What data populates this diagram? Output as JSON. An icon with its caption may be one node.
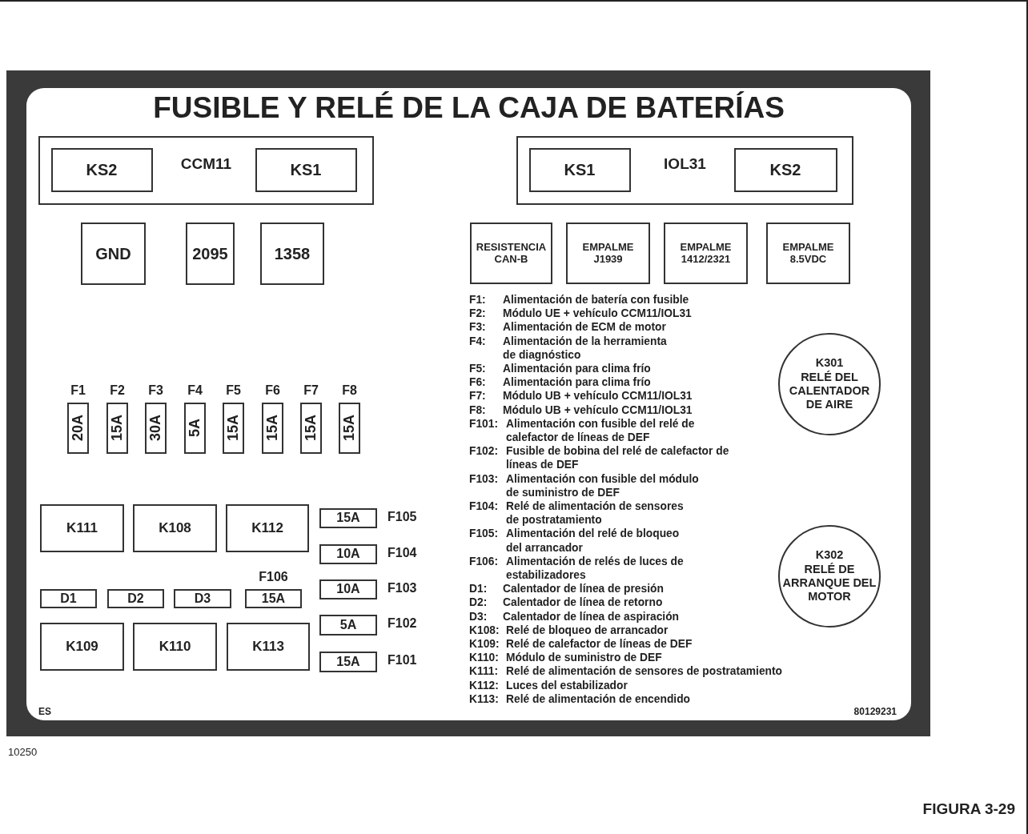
{
  "diagram": {
    "title": "FUSIBLE Y RELÉ DE LA CAJA DE BATERÍAS",
    "nodes": [
      {
        "text": [
          "CCM11"
        ]
      },
      {
        "text": [
          "KS2"
        ],
        "in": 0
      },
      {
        "text": [
          "KS1"
        ],
        "in": 0
      },
      {
        "text": [
          "IOL31"
        ]
      },
      {
        "text": [
          "KS1"
        ],
        "in": 3
      },
      {
        "text": [
          "KS2"
        ],
        "in": 3
      },
      {
        "text": [
          "GND"
        ]
      },
      {
        "text": [
          "2095"
        ]
      },
      {
        "text": [
          "1358"
        ]
      },
      {
        "text": [
          "RESISTENCIA CAN-B"
        ]
      },
      {
        "text": [
          "EMPALME J1939"
        ]
      },
      {
        "text": [
          "EMPALME 1412/2321"
        ]
      },
      {
        "text": [
          "EMPALME 8.5VDC"
        ]
      },
      {
        "text": [
          "F1",
          "20A"
        ]
      },
      {
        "text": [
          "F2",
          "15A"
        ]
      },
      {
        "text": [
          "F3",
          "30A"
        ]
      },
      {
        "text": [
          "F4",
          "5A"
        ]
      },
      {
        "text": [
          "F5",
          "15A"
        ]
      },
      {
        "text": [
          "F6",
          "15A"
        ]
      },
      {
        "text": [
          "F7",
          "15A"
        ]
      },
      {
        "text": [
          "F8",
          "15A"
        ]
      },
      {
        "text": [
          "K301",
          "RELÉ DEL CALENTADOR DE AIRE"
        ]
      },
      {
        "text": [
          "K111"
        ]
      },
      {
        "text": [
          "K108"
        ]
      },
      {
        "text": [
          "K112"
        ]
      },
      {
        "text": [
          "15A"
        ],
        "beside": [
          "F105"
        ]
      },
      {
        "text": [
          "10A"
        ],
        "beside": [
          "F104"
        ]
      },
      {
        "text": [
          "D1"
        ]
      },
      {
        "text": [
          "D2"
        ]
      },
      {
        "text": [
          "D3"
        ]
      },
      {
        "text": [
          "F106",
          "15A"
        ]
      },
      {
        "text": [
          "10A"
        ],
        "beside": [
          "F103"
        ]
      },
      {
        "text": [
          "K302",
          "RELÉ DE ARRANQUE DEL MOTOR"
        ]
      },
      {
        "text": [
          "5A"
        ],
        "beside": [
          "F102"
        ]
      },
      {
        "text": [
          "K109"
        ]
      },
      {
        "text": [
          "K110"
        ]
      },
      {
        "text": [
          "K113"
        ]
      },
      {
        "text": [
          "15A"
        ],
        "beside": [
          "F101"
        ]
      }
    ],
    "edges": [],
    "labels": [
      "F1: Alimentación de batería con fusible",
      "F2: Módulo UE + vehículo CCM11/IOL31",
      "F3: Alimentación de ECM de motor",
      "F4: Alimentación de la herramienta de diagnóstico",
      "F5: Alimentación para clima frío",
      "F6: Alimentación para clima frío",
      "F7: Módulo UB + vehículo CCM11/IOL31",
      "F8: Módulo UB + vehículo CCM11/IOL31",
      "F101: Alimentación con fusible del relé de calefactor de líneas de DEF",
      "F102: Fusible de bobina del relé de calefactor de líneas de DEF",
      "F103: Alimentación con fusible del módulo de suministro de DEF",
      "F104: Relé de alimentación de sensores de postratamiento",
      "F105: Alimentación del relé de bloqueo del arrancador",
      "F106: Alimentación de relés de luces de estabilizadores",
      "D1: Calentador de línea de presión",
      "D2: Calentador de línea de retorno",
      "D3: Calentador de línea de aspiración",
      "K108: Relé de bloqueo de arrancador",
      "K109: Relé de calefactor de líneas de DEF",
      "K110: Módulo de suministro de DEF",
      "K111: Relé de alimentación de sensores de postratamiento",
      "K112: Luces del estabilizador",
      "K113: Relé de alimentación de encendido",
      "ES",
      "80129231",
      "10250",
      "FIGURA 3-29"
    ]
  }
}
